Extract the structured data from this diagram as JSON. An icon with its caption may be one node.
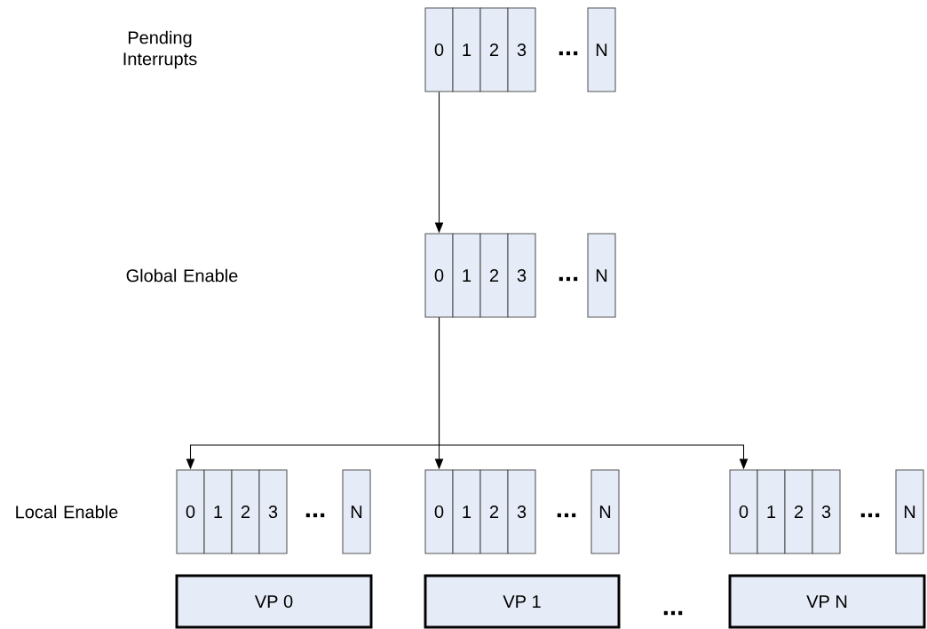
{
  "diagram": {
    "nodes": [
      {
        "text": [
          "0"
        ]
      },
      {
        "text": [
          "1"
        ]
      },
      {
        "text": [
          "2"
        ]
      },
      {
        "text": [
          "3"
        ]
      },
      {
        "text": [
          "N"
        ]
      },
      {
        "text": [
          "0"
        ]
      },
      {
        "text": [
          "1"
        ]
      },
      {
        "text": [
          "2"
        ]
      },
      {
        "text": [
          "3"
        ]
      },
      {
        "text": [
          "N"
        ]
      },
      {
        "text": [
          "0"
        ]
      },
      {
        "text": [
          "1"
        ]
      },
      {
        "text": [
          "2"
        ]
      },
      {
        "text": [
          "3"
        ]
      },
      {
        "text": [
          "N"
        ]
      },
      {
        "text": [
          "0"
        ]
      },
      {
        "text": [
          "1"
        ]
      },
      {
        "text": [
          "2"
        ]
      },
      {
        "text": [
          "3"
        ]
      },
      {
        "text": [
          "N"
        ]
      },
      {
        "text": [
          "0"
        ]
      },
      {
        "text": [
          "1"
        ]
      },
      {
        "text": [
          "2"
        ]
      },
      {
        "text": [
          "3"
        ]
      },
      {
        "text": [
          "N"
        ]
      },
      {
        "text": [
          "VP 0"
        ]
      },
      {
        "text": [
          "VP 1"
        ]
      },
      {
        "text": [
          "VP N"
        ]
      }
    ],
    "edges": [
      {
        "from": 0,
        "to": 5,
        "arrow": "to"
      },
      {
        "from": 5,
        "to": 10,
        "arrow": "to"
      },
      {
        "from": 5,
        "to": 15,
        "arrow": "to"
      },
      {
        "from": 5,
        "to": 20,
        "arrow": "to"
      }
    ],
    "labels": [
      "Pending Interrupts",
      "...",
      "Global Enable",
      "...",
      "Local Enable",
      "...",
      "...",
      "...",
      "..."
    ]
  }
}
